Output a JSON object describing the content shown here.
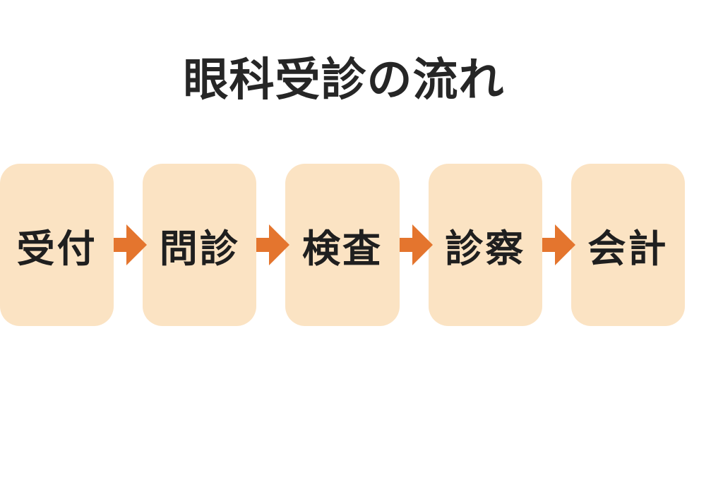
{
  "title": "眼科受診の流れ",
  "steps": [
    {
      "label": "受付"
    },
    {
      "label": "問診"
    },
    {
      "label": "検査"
    },
    {
      "label": "診察"
    },
    {
      "label": "会計"
    }
  ],
  "colors": {
    "background": "#FFFFFF",
    "box_fill": "#FBE3C3",
    "arrow": "#E4752E",
    "text": "#1F1F1F",
    "title_text": "#262626"
  }
}
